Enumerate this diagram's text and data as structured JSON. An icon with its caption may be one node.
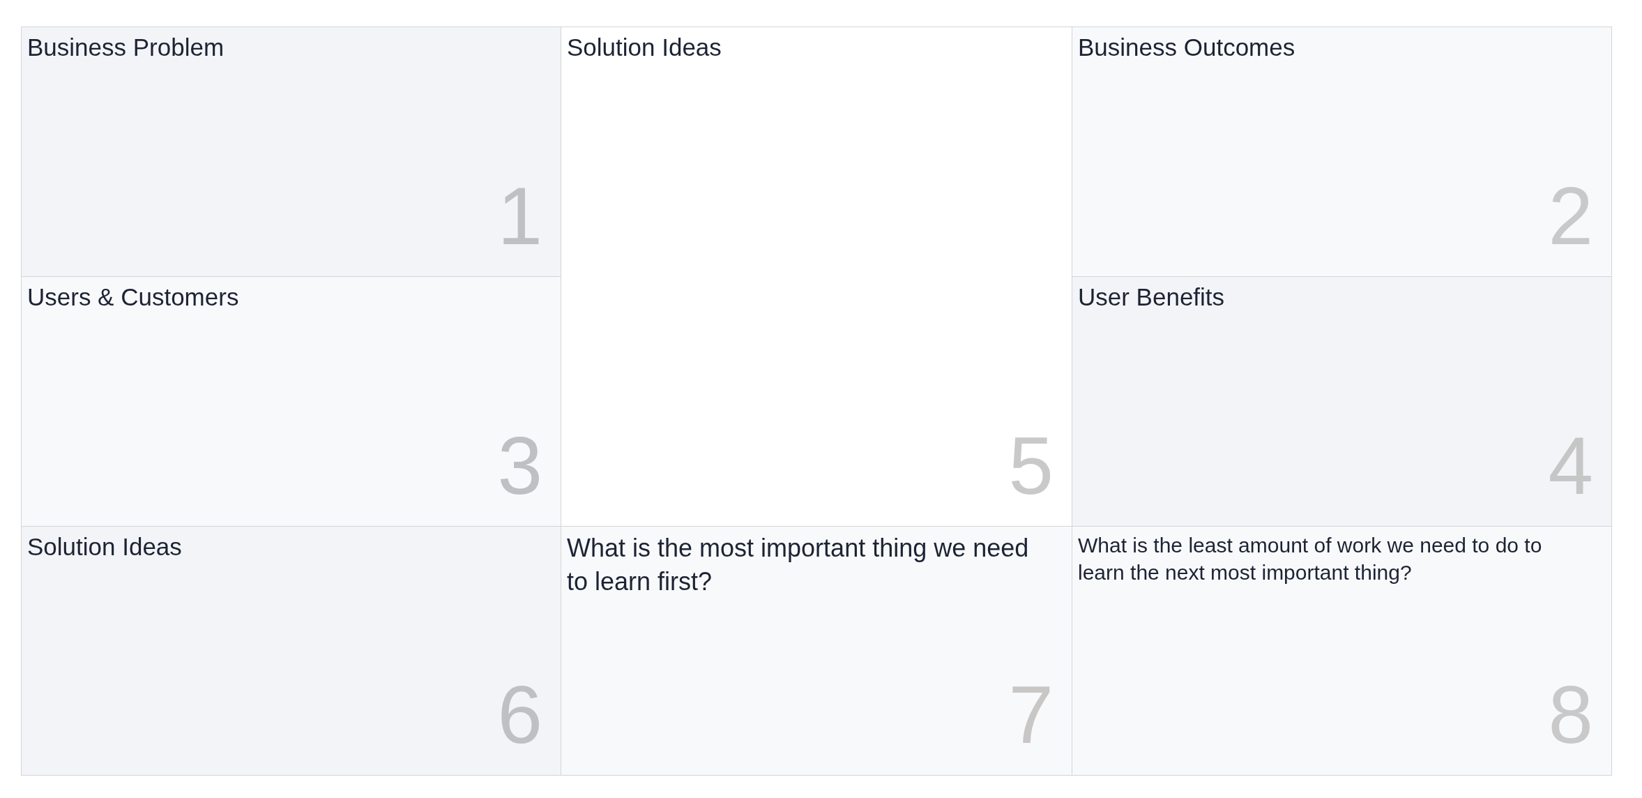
{
  "diagram": {
    "nodes": [
      {
        "text": [
          "Business Problem",
          "1"
        ]
      },
      {
        "text": [
          "Solution Ideas",
          "5"
        ]
      },
      {
        "text": [
          "Business Outcomes",
          "2"
        ]
      },
      {
        "text": [
          "Users & Customers",
          "3"
        ]
      },
      {
        "text": [
          "User Benefits",
          "4"
        ]
      },
      {
        "text": [
          "Solution Ideas",
          "6"
        ]
      },
      {
        "text": [
          "What is the most important thing we need to learn first?",
          "7"
        ]
      },
      {
        "text": [
          "What is the least amount of work we need to do to learn the next most important thing?",
          "8"
        ]
      }
    ]
  }
}
